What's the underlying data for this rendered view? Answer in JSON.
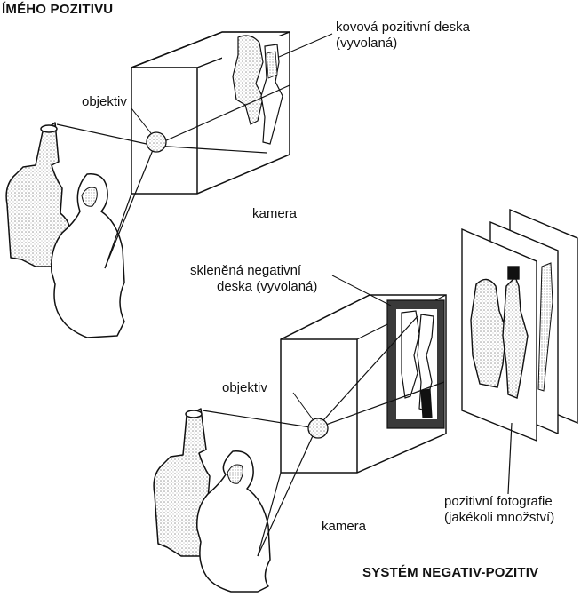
{
  "top": {
    "title": "ÍMÉHO POZITIVU",
    "label_plate_1": "kovová pozitivní deska",
    "label_plate_2": "(vyvolaná)",
    "label_lens": "objektiv",
    "label_camera": "kamera"
  },
  "bottom": {
    "label_negative_1": "skleněná negativní",
    "label_negative_2": "deska (vyvolaná)",
    "label_lens": "objektiv",
    "label_camera": "kamera",
    "label_prints_1": "pozitivní fotografie",
    "label_prints_2": "(jakékoli množství)",
    "title": "SYSTÉM NEGATIV-POZITIV"
  },
  "colors": {
    "ink": "#111111",
    "stipple": "#cfcfcf",
    "negative_plate": "#3a3a3a"
  },
  "icons": [
    "person-figures-icon",
    "camera-box-icon",
    "lens-icon",
    "photo-prints-icon"
  ]
}
